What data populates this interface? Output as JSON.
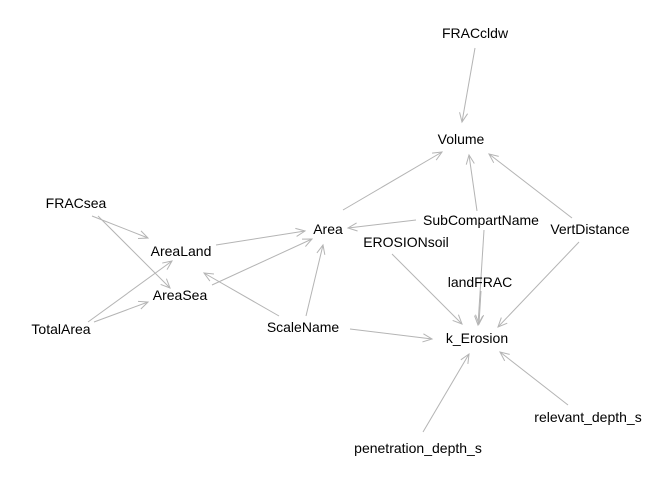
{
  "diagram": {
    "style": {
      "edge_color": "#b4b4b4",
      "text_color": "#000000",
      "background": "#ffffff"
    },
    "nodes": {
      "fraccldw": "FRACcldw",
      "volume": "Volume",
      "fracsea": "FRACsea",
      "arealand": "AreaLand",
      "area": "Area",
      "subcompartname": "SubCompartName",
      "vertdistance": "VertDistance",
      "erosionsoil": "EROSIONsoil",
      "areasea": "AreaSea",
      "landfrac": "landFRAC",
      "totalarea": "TotalArea",
      "scalename": "ScaleName",
      "k_erosion": "k_Erosion",
      "relevant_depth_s": "relevant_depth_s",
      "penetration_depth_s": "penetration_depth_s"
    },
    "edges": [
      [
        "fraccldw",
        "volume"
      ],
      [
        "area",
        "volume"
      ],
      [
        "subcompartname",
        "volume"
      ],
      [
        "vertdistance",
        "volume"
      ],
      [
        "fracsea",
        "arealand"
      ],
      [
        "fracsea",
        "areasea"
      ],
      [
        "totalarea",
        "arealand"
      ],
      [
        "totalarea",
        "areasea"
      ],
      [
        "arealand",
        "area"
      ],
      [
        "areasea",
        "area"
      ],
      [
        "scalename",
        "area"
      ],
      [
        "scalename",
        "arealand"
      ],
      [
        "scalename",
        "k_erosion"
      ],
      [
        "subcompartname",
        "area"
      ],
      [
        "subcompartname",
        "k_erosion"
      ],
      [
        "vertdistance",
        "k_erosion"
      ],
      [
        "erosionsoil",
        "k_erosion"
      ],
      [
        "landfrac",
        "k_erosion"
      ],
      [
        "relevant_depth_s",
        "k_erosion"
      ],
      [
        "penetration_depth_s",
        "k_erosion"
      ]
    ]
  }
}
